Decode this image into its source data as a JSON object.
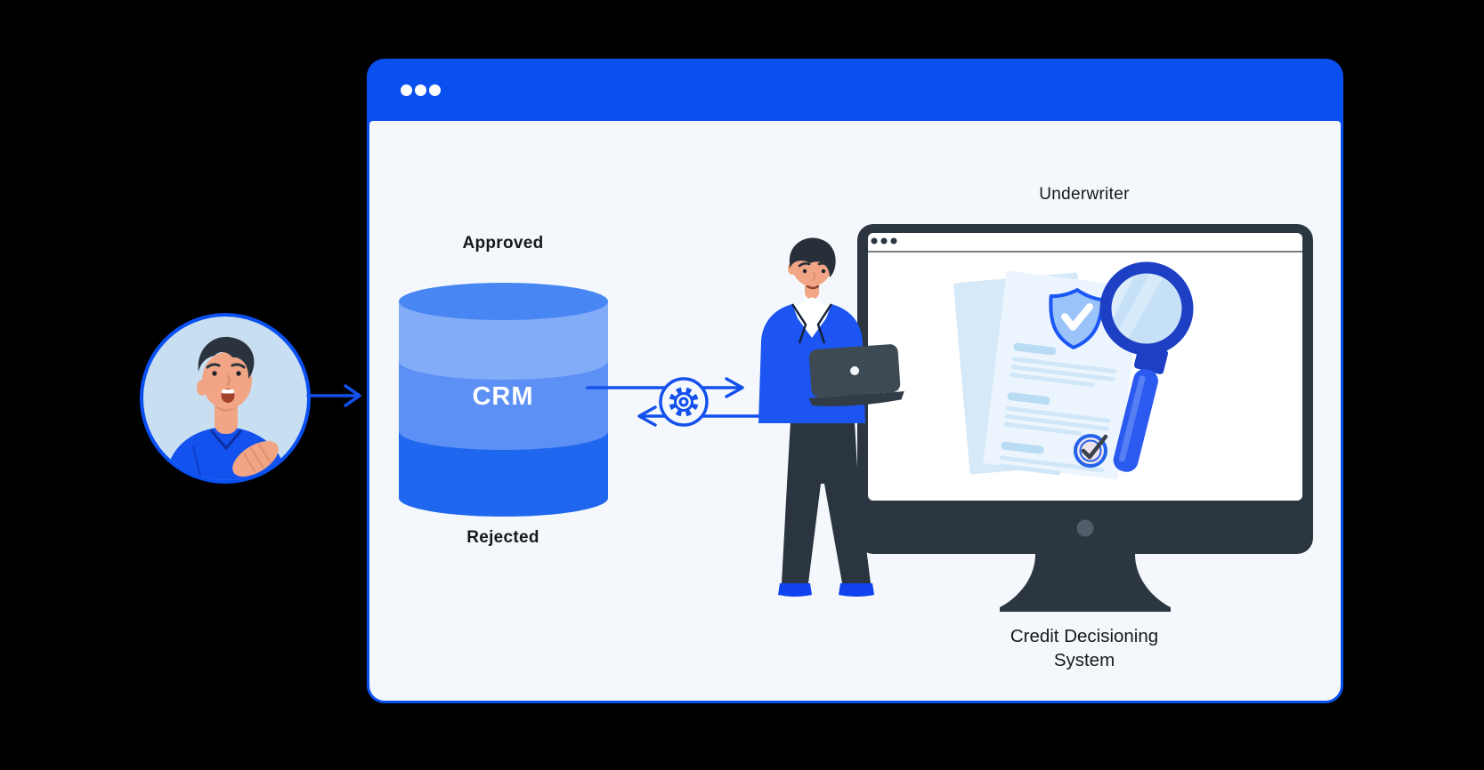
{
  "labels": {
    "approved": "Approved",
    "crm": "CRM",
    "rejected": "Rejected",
    "underwriter": "Underwriter",
    "credit_system": "Credit Decisioning System"
  },
  "colors": {
    "background": "#000000",
    "window_header": "#0A50F1",
    "window_body": "#F4F8FC",
    "accent_blue": "#1450EC",
    "cylinder_top": "#4886F3",
    "cylinder_light_band": "#83ACF8",
    "cylinder_mid_band": "#5C90F4",
    "cylinder_dark_band": "#2067EF",
    "monitor_frame": "#2B3640",
    "skin": "#F1A585",
    "suit_blue": "#1C55F1"
  },
  "icons": {
    "window_dots": "three-dots-window-controls",
    "flow_arrow": "right-arrow",
    "gear_sync": "gear-in-circle-with-bidirectional-arrows",
    "monitor_dots": "three-dots-browser-bar",
    "shield_check": "shield-with-checkmark",
    "magnifier": "magnifying-glass-over-document",
    "stamp_check": "approval-stamp-checkmark"
  },
  "flow": {
    "from": "customer-avatar",
    "through": "CRM",
    "to": "Credit Decisioning System",
    "reviewer": "Underwriter"
  }
}
